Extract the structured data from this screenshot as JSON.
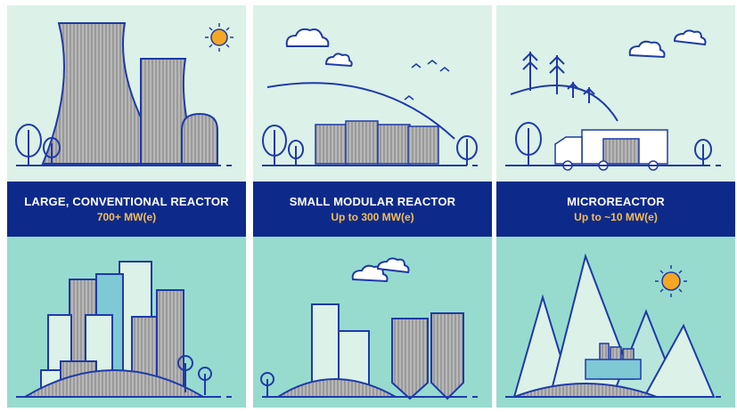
{
  "panels": [
    {
      "title": "LARGE, CONVENTIONAL REACTOR",
      "subtitle": "700+ MW(e)"
    },
    {
      "title": "SMALL MODULAR REACTOR",
      "subtitle": "Up to 300 MW(e)"
    },
    {
      "title": "MICROREACTOR",
      "subtitle": "Up to ~10 MW(e)"
    }
  ],
  "colors": {
    "top_bg": "#dcf1e7",
    "band_bg": "#0d2a8a",
    "bottom_bg": "#97dbcf",
    "outline": "#1e3aa8",
    "title_text": "#ffffff",
    "subtitle_text": "#f5bd55",
    "sun": "#f5a623"
  },
  "icons": [
    "cooling-tower-icon",
    "sun-icon",
    "tree-icon",
    "cloud-icon",
    "bird-icon",
    "truck-icon",
    "city-icon",
    "silo-icon",
    "mountain-icon",
    "factory-icon"
  ]
}
